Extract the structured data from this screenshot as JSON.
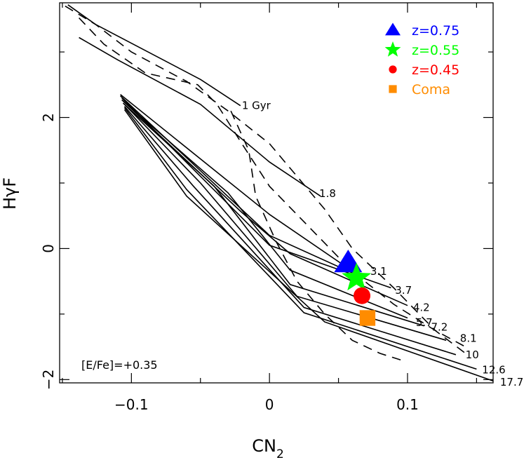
{
  "chart_data": {
    "type": "scatter",
    "xlabel": "CN",
    "xlabel_sub": "2",
    "ylabel": "HγF",
    "xlim": [
      -0.152,
      0.162
    ],
    "ylim": [
      -2.05,
      3.75
    ],
    "xticks": [
      -0.1,
      0,
      0.1
    ],
    "xtick_labels": [
      "−0.1",
      "0",
      "0.1"
    ],
    "yticks": [
      -2,
      0,
      2
    ],
    "ytick_labels": [
      "−2",
      "0",
      "2"
    ],
    "grid": false,
    "legend_position": "top-right",
    "annotation": "[E/Fe]=+0.35",
    "series": [
      {
        "name": "z=0.75",
        "marker": "triangle",
        "color": "#0000ff",
        "points": [
          {
            "x": 0.057,
            "y": -0.22
          }
        ]
      },
      {
        "name": "z=0.55",
        "marker": "star",
        "color": "#00ff00",
        "points": [
          {
            "x": 0.063,
            "y": -0.45
          }
        ]
      },
      {
        "name": "z=0.45",
        "marker": "circle",
        "color": "#ff0000",
        "points": [
          {
            "x": 0.067,
            "y": -0.72
          }
        ]
      },
      {
        "name": "Coma",
        "marker": "square",
        "color": "#ff8c00",
        "points": [
          {
            "x": 0.071,
            "y": -1.06
          }
        ]
      }
    ],
    "model_grid": {
      "age_labels": [
        {
          "text": "1 Gyr",
          "x": -0.021,
          "y": 2.18
        },
        {
          "text": "1.8",
          "x": 0.035,
          "y": 0.84
        },
        {
          "text": "3.1",
          "x": 0.072,
          "y": -0.35
        },
        {
          "text": "3.7",
          "x": 0.09,
          "y": -0.64
        },
        {
          "text": "4.2",
          "x": 0.103,
          "y": -0.9
        },
        {
          "text": "5.7",
          "x": 0.105,
          "y": -1.13
        },
        {
          "text": "7.2",
          "x": 0.116,
          "y": -1.2
        },
        {
          "text": "8.1",
          "x": 0.137,
          "y": -1.37
        },
        {
          "text": "10",
          "x": 0.141,
          "y": -1.62
        },
        {
          "text": "12.6",
          "x": 0.153,
          "y": -1.85
        },
        {
          "text": "17.7",
          "x": 0.166,
          "y": -2.04
        }
      ],
      "age_lines": [
        [
          [
            -0.146,
            3.72
          ],
          [
            -0.126,
            3.42
          ],
          [
            -0.05,
            2.58
          ],
          [
            -0.021,
            2.18
          ]
        ],
        [
          [
            -0.138,
            3.22
          ],
          [
            -0.11,
            2.88
          ],
          [
            -0.05,
            2.2
          ],
          [
            0.0,
            1.32
          ],
          [
            0.037,
            0.8
          ]
        ],
        [
          [
            -0.108,
            2.35
          ],
          [
            0.0,
            0.52
          ],
          [
            0.057,
            -0.3
          ]
        ],
        [
          [
            -0.108,
            2.33
          ],
          [
            0.0,
            0.2
          ],
          [
            0.065,
            -0.42
          ]
        ],
        [
          [
            -0.107,
            2.3
          ],
          [
            0.0,
            0.05
          ],
          [
            0.088,
            -0.6
          ]
        ],
        [
          [
            -0.107,
            2.27
          ],
          [
            -0.02,
            0.55
          ],
          [
            0.015,
            -0.08
          ],
          [
            0.1,
            -0.87
          ]
        ],
        [
          [
            -0.106,
            2.25
          ],
          [
            -0.03,
            0.85
          ],
          [
            0.015,
            -0.33
          ],
          [
            0.1,
            -1.06
          ]
        ],
        [
          [
            -0.106,
            2.22
          ],
          [
            -0.04,
            0.95
          ],
          [
            0.015,
            -0.55
          ],
          [
            0.112,
            -1.18
          ]
        ],
        [
          [
            -0.105,
            2.2
          ],
          [
            -0.05,
            1.0
          ],
          [
            0.02,
            -0.73
          ],
          [
            0.128,
            -1.4
          ]
        ],
        [
          [
            -0.105,
            2.17
          ],
          [
            -0.055,
            0.95
          ],
          [
            0.025,
            -0.9
          ],
          [
            0.135,
            -1.62
          ]
        ],
        [
          [
            -0.105,
            2.15
          ],
          [
            -0.06,
            0.9
          ],
          [
            0.025,
            -0.98
          ],
          [
            0.15,
            -1.84
          ]
        ],
        [
          [
            -0.105,
            2.12
          ],
          [
            -0.06,
            0.8
          ],
          [
            0.04,
            -1.12
          ],
          [
            0.162,
            -2.02
          ]
        ]
      ],
      "metal_lines": [
        [
          [
            -0.148,
            3.7
          ],
          [
            -0.126,
            3.42
          ],
          [
            -0.1,
            3.0
          ],
          [
            -0.06,
            2.55
          ],
          [
            -0.03,
            2.1
          ],
          [
            0.0,
            1.6
          ],
          [
            0.02,
            1.1
          ],
          [
            0.04,
            0.6
          ],
          [
            0.06,
            0.0
          ],
          [
            0.09,
            -0.6
          ],
          [
            0.12,
            -1.25
          ],
          [
            0.142,
            -1.6
          ]
        ],
        [
          [
            -0.138,
            3.52
          ],
          [
            -0.12,
            3.12
          ],
          [
            -0.09,
            2.68
          ],
          [
            -0.052,
            2.5
          ],
          [
            -0.038,
            2.2
          ],
          [
            -0.02,
            1.6
          ],
          [
            0.0,
            0.95
          ],
          [
            0.03,
            0.3
          ],
          [
            0.06,
            -0.35
          ],
          [
            0.09,
            -0.85
          ],
          [
            0.12,
            -1.25
          ],
          [
            0.142,
            -1.5
          ]
        ],
        [
          [
            -0.028,
            2.1
          ],
          [
            -0.015,
            1.5
          ],
          [
            -0.01,
            0.8
          ],
          [
            0.005,
            0.1
          ],
          [
            0.02,
            -0.5
          ],
          [
            0.04,
            -1.0
          ],
          [
            0.06,
            -1.4
          ],
          [
            0.08,
            -1.6
          ],
          [
            0.095,
            -1.7
          ]
        ]
      ]
    }
  }
}
